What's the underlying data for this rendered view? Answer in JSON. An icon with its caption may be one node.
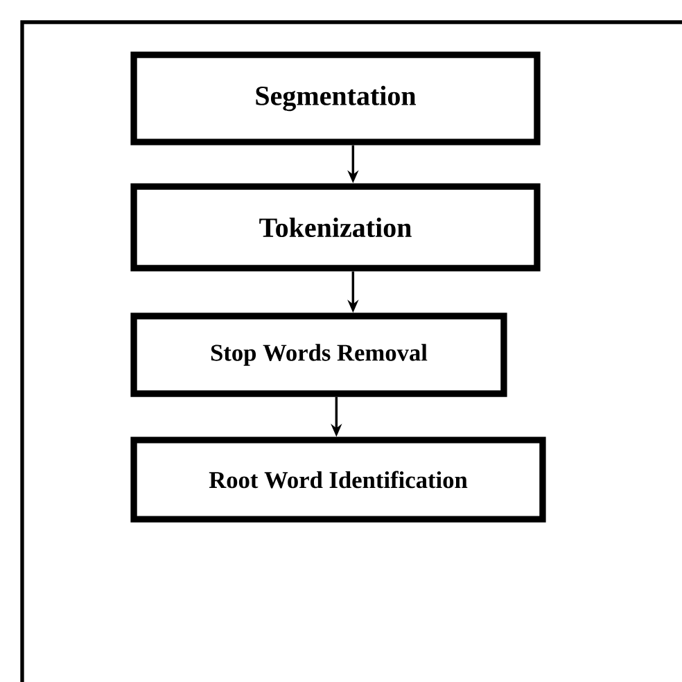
{
  "diagram": {
    "nodes": [
      {
        "text": [
          "Segmentation"
        ]
      },
      {
        "text": [
          "Tokenization"
        ]
      },
      {
        "text": [
          "Stop Words Removal"
        ]
      },
      {
        "text": [
          "Root Word Identification"
        ]
      }
    ],
    "edges": [
      {
        "from": 0,
        "to": 1,
        "arrow": "to"
      },
      {
        "from": 1,
        "to": 2,
        "arrow": "to"
      },
      {
        "from": 2,
        "to": 3,
        "arrow": "to"
      }
    ]
  }
}
